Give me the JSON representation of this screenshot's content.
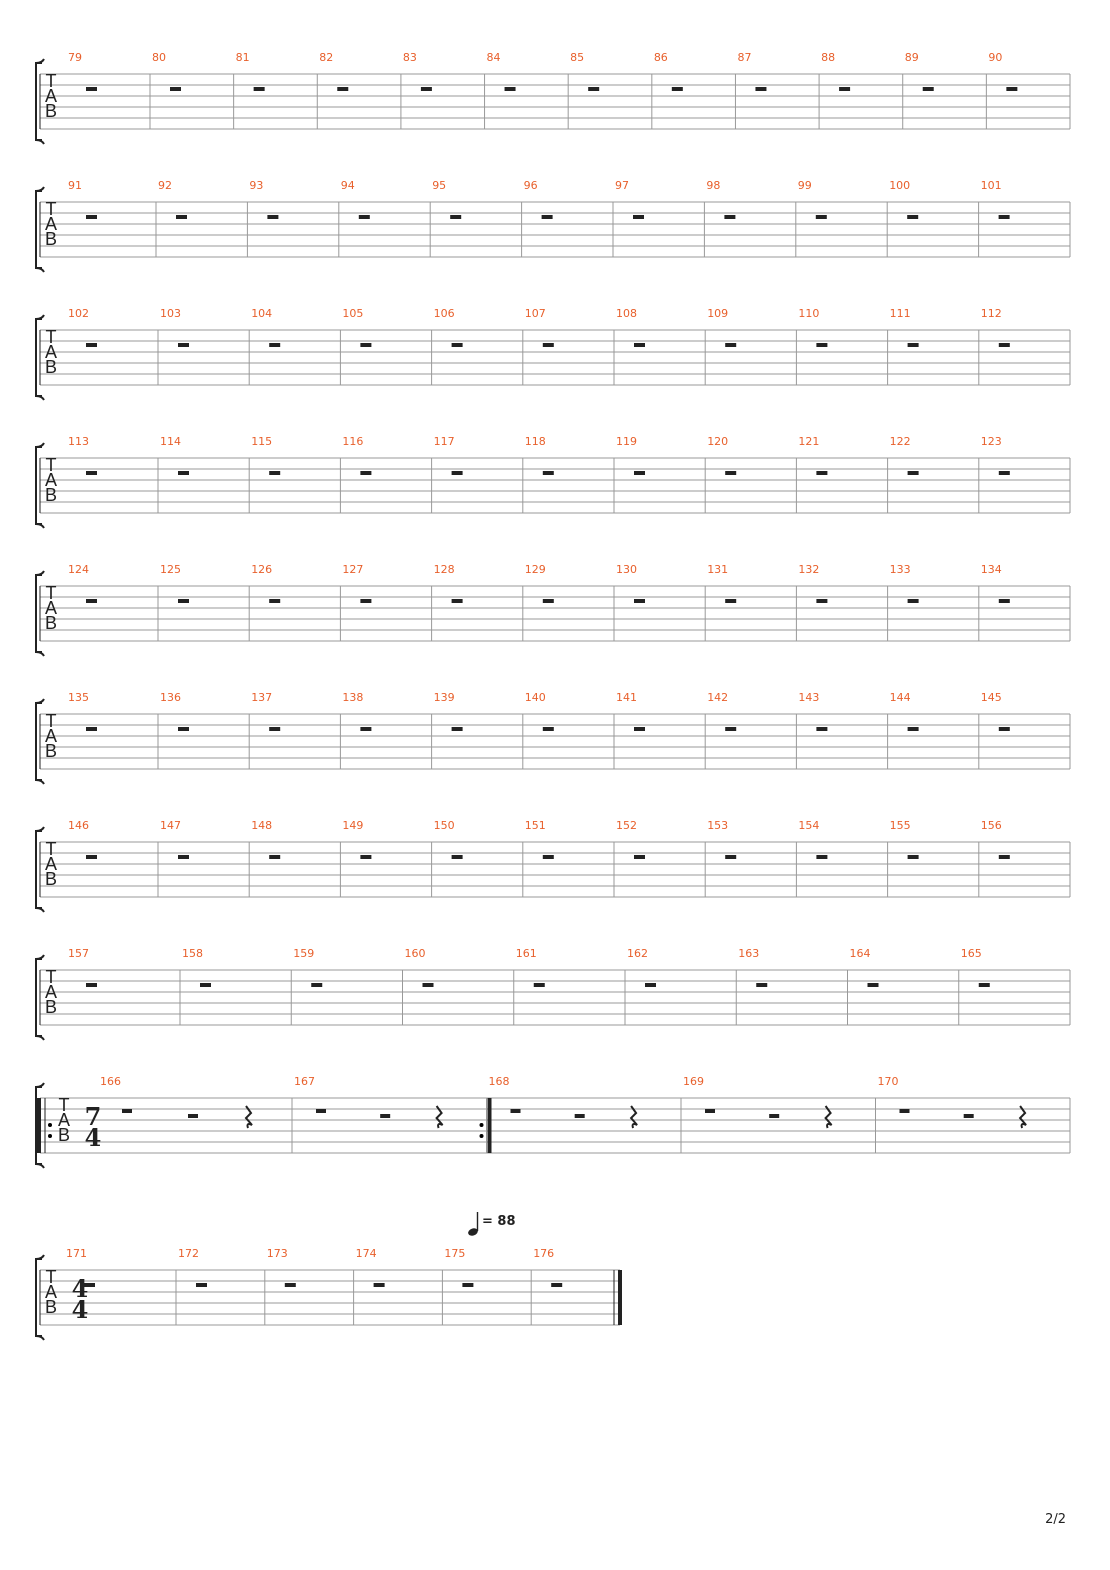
{
  "tab_clef": [
    "T",
    "A",
    "B"
  ],
  "systems": [
    {
      "measures": [
        "79",
        "80",
        "81",
        "82",
        "83",
        "84",
        "85",
        "86",
        "87",
        "88",
        "89",
        "90"
      ]
    },
    {
      "measures": [
        "91",
        "92",
        "93",
        "94",
        "95",
        "96",
        "97",
        "98",
        "99",
        "100",
        "101"
      ]
    },
    {
      "measures": [
        "102",
        "103",
        "104",
        "105",
        "106",
        "107",
        "108",
        "109",
        "110",
        "111",
        "112"
      ]
    },
    {
      "measures": [
        "113",
        "114",
        "115",
        "116",
        "117",
        "118",
        "119",
        "120",
        "121",
        "122",
        "123"
      ]
    },
    {
      "measures": [
        "124",
        "125",
        "126",
        "127",
        "128",
        "129",
        "130",
        "131",
        "132",
        "133",
        "134"
      ]
    },
    {
      "measures": [
        "135",
        "136",
        "137",
        "138",
        "139",
        "140",
        "141",
        "142",
        "143",
        "144",
        "145"
      ]
    },
    {
      "measures": [
        "146",
        "147",
        "148",
        "149",
        "150",
        "151",
        "152",
        "153",
        "154",
        "155",
        "156"
      ]
    },
    {
      "measures": [
        "157",
        "158",
        "159",
        "160",
        "161",
        "162",
        "163",
        "164",
        "165"
      ]
    },
    {
      "measures": [
        "166",
        "167",
        "168",
        "169",
        "170"
      ],
      "time_signature": [
        "7",
        "4"
      ]
    },
    {
      "measures": [
        "171",
        "172",
        "173",
        "174",
        "175",
        "176"
      ],
      "time_signature": [
        "4",
        "4"
      ]
    }
  ],
  "tempo": {
    "value": "= 88",
    "icon": "quarter-note-icon"
  },
  "page_number": "2/2",
  "colors": {
    "measure_number": "#e8602c",
    "ink": "#222222",
    "line": "#999999"
  }
}
